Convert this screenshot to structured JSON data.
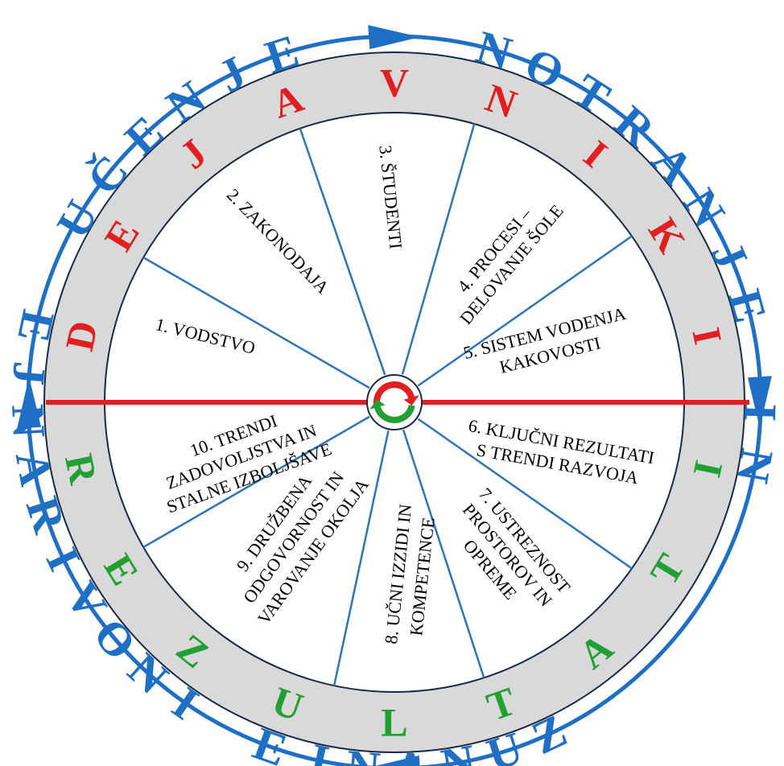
{
  "colors": {
    "outer_ring": "#1f6fc5",
    "outer_letters": "#1f6fc5",
    "grey_ring": "#d9d9d9",
    "grey_ring_border": "#1a2a44",
    "spoke": "#2e75b6",
    "divider": "#e02020",
    "enablers_letters": "#e02020",
    "results_letters": "#22a033",
    "cycle_red": "#e02020",
    "cycle_green": "#22a033"
  },
  "outer_ring": {
    "top_text": "UČENJE - NOTRANJE IN",
    "bottom_text": "ZUNANJE INOVIRANJE"
  },
  "ring": {
    "top_word": "DEJAVNIKI",
    "bottom_word": "REZULTATI"
  },
  "center_icon": "refresh-cycle-icon",
  "segments": [
    {
      "id": "vodstvo",
      "lines": [
        "1.  VODSTVO"
      ]
    },
    {
      "id": "zakonodaja",
      "lines": [
        "2. ZAKONODAJA"
      ]
    },
    {
      "id": "studenti",
      "lines": [
        "3. ŠTUDENTI"
      ]
    },
    {
      "id": "procesi",
      "lines": [
        "4. PROCESI –",
        "DELOVANJE ŠOLE"
      ]
    },
    {
      "id": "sistem",
      "lines": [
        "5. SISTEM VODENJA",
        "KAKOVOSTI"
      ]
    },
    {
      "id": "kljucni",
      "lines": [
        "6. KLJUČNI REZULTATI",
        "S TRENDI RAZVOJA"
      ]
    },
    {
      "id": "ustreznost",
      "lines": [
        "7. USTREZNOST",
        "PROSTOROV IN",
        "OPREME"
      ]
    },
    {
      "id": "izzivi",
      "lines": [
        "8. UČNI IZZIDI IN",
        "KOMPETENCE"
      ]
    },
    {
      "id": "druzbena",
      "lines": [
        "9. DRUŽBENA",
        "ODGOVORNOST IN",
        "VAROVANJE OKOLJA"
      ]
    },
    {
      "id": "trendi",
      "lines": [
        "10. TRENDI",
        "ZADOVOLJSTVA IN",
        "STALNE IZBOLJŠAVE"
      ]
    }
  ]
}
